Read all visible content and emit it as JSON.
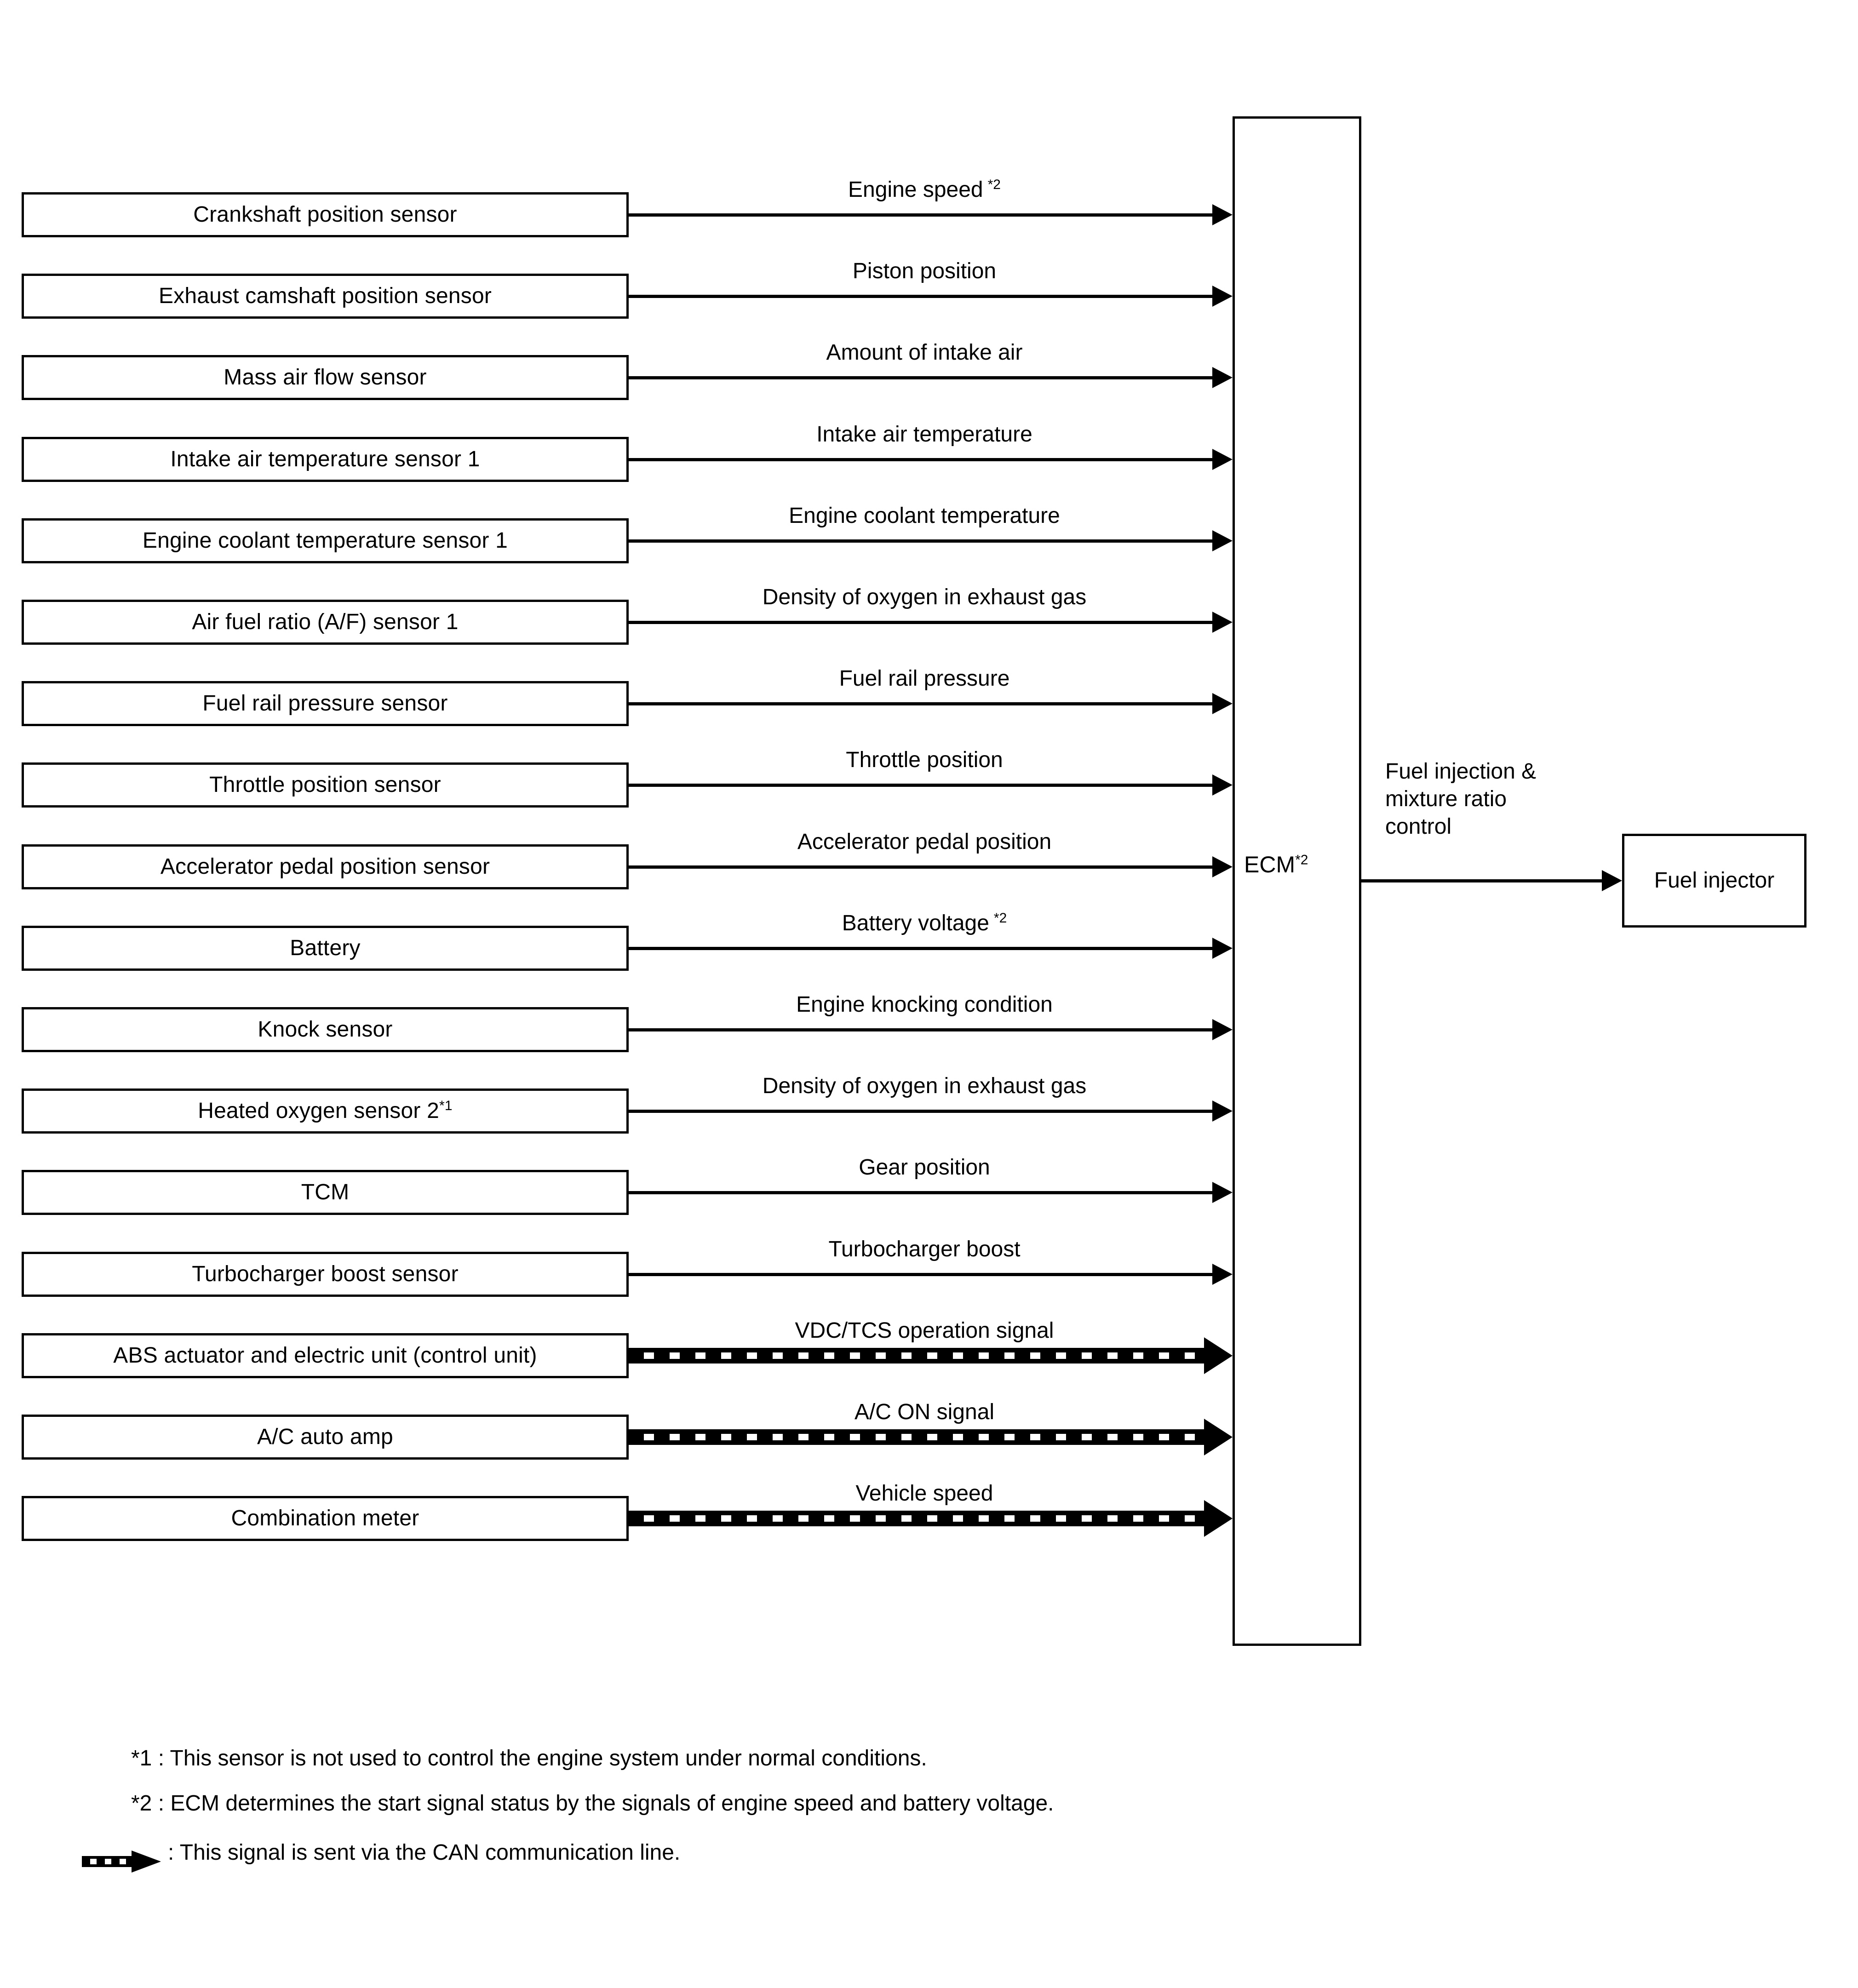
{
  "diagram": {
    "type": "block-diagram",
    "title_visible": false,
    "controller": {
      "name": "ECM",
      "footnote_marker": "*2"
    },
    "output": {
      "signal_label": "Fuel injection &\nmixture ratio\ncontrol",
      "target": "Fuel injector"
    },
    "rows": [
      {
        "source": "Crankshaft position sensor",
        "source_sup": "",
        "signal": "Engine speed",
        "signal_sup": "*2",
        "link": "wire"
      },
      {
        "source": "Exhaust camshaft position sensor",
        "source_sup": "",
        "signal": "Piston position",
        "signal_sup": "",
        "link": "wire"
      },
      {
        "source": "Mass air flow sensor",
        "source_sup": "",
        "signal": "Amount of intake air",
        "signal_sup": "",
        "link": "wire"
      },
      {
        "source": "Intake air temperature sensor 1",
        "source_sup": "",
        "signal": "Intake air temperature",
        "signal_sup": "",
        "link": "wire"
      },
      {
        "source": "Engine coolant temperature sensor 1",
        "source_sup": "",
        "signal": "Engine coolant temperature",
        "signal_sup": "",
        "link": "wire"
      },
      {
        "source": "Air fuel ratio (A/F) sensor 1",
        "source_sup": "",
        "signal": "Density of oxygen in exhaust gas",
        "signal_sup": "",
        "link": "wire"
      },
      {
        "source": "Fuel rail pressure sensor",
        "source_sup": "",
        "signal": "Fuel rail pressure",
        "signal_sup": "",
        "link": "wire"
      },
      {
        "source": "Throttle position sensor",
        "source_sup": "",
        "signal": "Throttle position",
        "signal_sup": "",
        "link": "wire"
      },
      {
        "source": "Accelerator pedal position sensor",
        "source_sup": "",
        "signal": "Accelerator pedal position",
        "signal_sup": "",
        "link": "wire"
      },
      {
        "source": "Battery",
        "source_sup": "",
        "signal": "Battery voltage",
        "signal_sup": "*2",
        "link": "wire"
      },
      {
        "source": "Knock sensor",
        "source_sup": "",
        "signal": "Engine knocking condition",
        "signal_sup": "",
        "link": "wire"
      },
      {
        "source": "Heated oxygen sensor 2",
        "source_sup": "*1",
        "signal": "Density of oxygen in exhaust gas",
        "signal_sup": "",
        "link": "wire"
      },
      {
        "source": "TCM",
        "source_sup": "",
        "signal": "Gear position",
        "signal_sup": "",
        "link": "wire"
      },
      {
        "source": "Turbocharger boost sensor",
        "source_sup": "",
        "signal": "Turbocharger boost",
        "signal_sup": "",
        "link": "wire"
      },
      {
        "source": "ABS actuator and electric unit (control unit)",
        "source_sup": "",
        "signal": "VDC/TCS operation signal",
        "signal_sup": "",
        "link": "can"
      },
      {
        "source": "A/C auto amp",
        "source_sup": "",
        "signal": "A/C ON signal",
        "signal_sup": "",
        "link": "can"
      },
      {
        "source": "Combination meter",
        "source_sup": "",
        "signal": "Vehicle speed",
        "signal_sup": "",
        "link": "can"
      }
    ],
    "footnotes": [
      {
        "marker": "*1",
        "text": " : This sensor is not used to control the engine system under normal conditions."
      },
      {
        "marker": "*2",
        "text": " : ECM determines the start signal status by the signals of engine speed and battery voltage."
      },
      {
        "marker": "",
        "text": " : This signal is sent via the CAN communication line.",
        "icon": "can-arrow-icon"
      }
    ],
    "colors": {
      "stroke": "#000000",
      "background": "#ffffff"
    }
  }
}
